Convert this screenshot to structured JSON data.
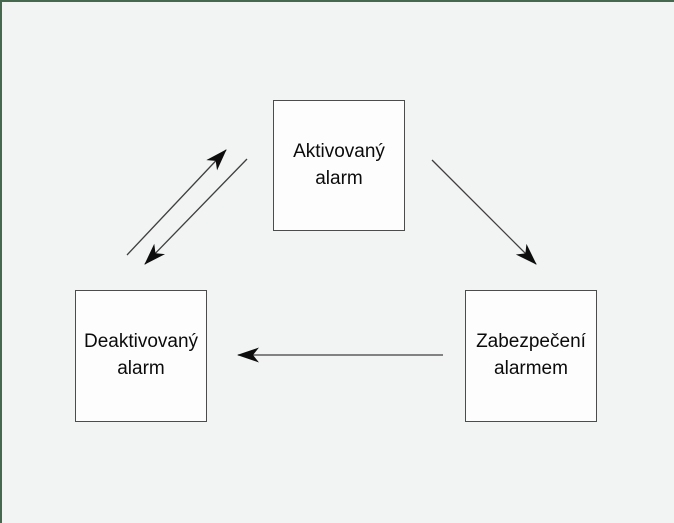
{
  "canvas": {
    "background_color": "#f2f4f3",
    "frame_border_color": "#45684e",
    "node_fill": "#fdfdfd",
    "node_border_color": "#4c4c4c",
    "arrow_line_color": "#3f3f3f",
    "arrowhead_color": "#0d0d0d"
  },
  "diagram": {
    "nodes": [
      {
        "id": "aktivovany-alarm",
        "lines": [
          "Aktivovaný",
          "alarm"
        ]
      },
      {
        "id": "deaktivovany-alarm",
        "lines": [
          "Deaktivovaný",
          "alarm"
        ]
      },
      {
        "id": "zabezpeceni-alarmem",
        "lines": [
          "Zabezpečení",
          "alarmem"
        ]
      }
    ],
    "edges": [
      {
        "from": "deaktivovany-alarm",
        "to": "aktivovany-alarm"
      },
      {
        "from": "aktivovany-alarm",
        "to": "deaktivovany-alarm"
      },
      {
        "from": "aktivovany-alarm",
        "to": "zabezpeceni-alarmem"
      },
      {
        "from": "zabezpeceni-alarmem",
        "to": "deaktivovany-alarm"
      }
    ]
  }
}
